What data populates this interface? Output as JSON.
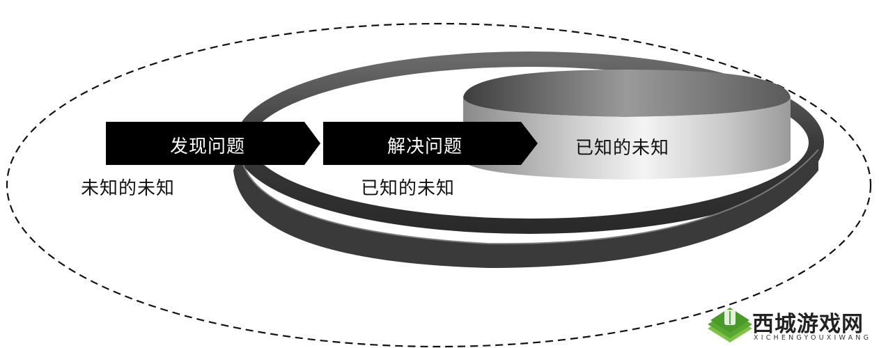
{
  "diagram": {
    "type": "concept-flow",
    "outer_region": {
      "shape": "dashed-ellipse",
      "label": "未知的未知"
    },
    "ring": {
      "shape": "dark-ring",
      "label": "已知的未知"
    },
    "inner_band": {
      "shape": "light-gradient-band",
      "label": "已知的未知"
    },
    "steps": [
      {
        "label": "发现问题",
        "color": "#000000"
      },
      {
        "label": "解决问题",
        "color": "#000000"
      }
    ],
    "colors": {
      "arrow_fill": "#000000",
      "arrow_text": "#ffffff",
      "ring_dark": "#3a3a3a",
      "band_light": "#e6e6e6",
      "dashed_line": "#111111"
    }
  },
  "watermark": {
    "name_cn": "西城游戏网",
    "name_en": "XICHENGYOUXIWANG",
    "logo_color": "#5aa832"
  }
}
